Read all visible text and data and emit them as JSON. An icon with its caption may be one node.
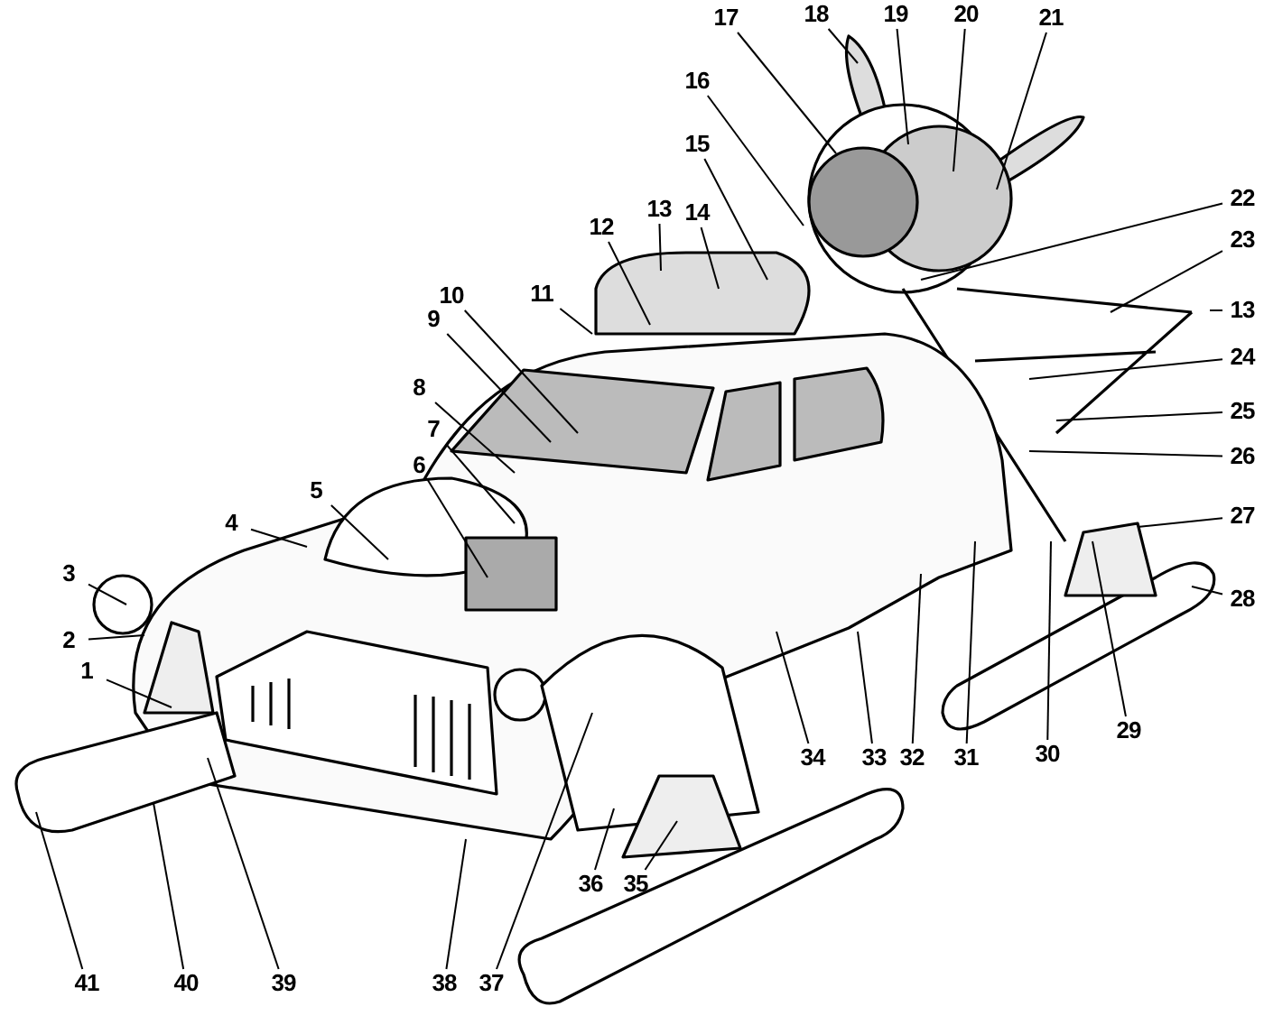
{
  "diagram": {
    "nodes": [
      {
        "text": [
          "1"
        ]
      },
      {
        "text": [
          "2"
        ]
      },
      {
        "text": [
          "3"
        ]
      },
      {
        "text": [
          "4"
        ]
      },
      {
        "text": [
          "5"
        ]
      },
      {
        "text": [
          "6"
        ]
      },
      {
        "text": [
          "7"
        ]
      },
      {
        "text": [
          "8"
        ]
      },
      {
        "text": [
          "9"
        ]
      },
      {
        "text": [
          "10"
        ]
      },
      {
        "text": [
          "11"
        ]
      },
      {
        "text": [
          "12"
        ]
      },
      {
        "text": [
          "13"
        ]
      },
      {
        "text": [
          "14"
        ]
      },
      {
        "text": [
          "15"
        ]
      },
      {
        "text": [
          "16"
        ]
      },
      {
        "text": [
          "17"
        ]
      },
      {
        "text": [
          "18"
        ]
      },
      {
        "text": [
          "19"
        ]
      },
      {
        "text": [
          "20"
        ]
      },
      {
        "text": [
          "21"
        ]
      },
      {
        "text": [
          "22"
        ]
      },
      {
        "text": [
          "23"
        ]
      },
      {
        "text": [
          "13"
        ]
      },
      {
        "text": [
          "24"
        ]
      },
      {
        "text": [
          "25"
        ]
      },
      {
        "text": [
          "26"
        ]
      },
      {
        "text": [
          "27"
        ]
      },
      {
        "text": [
          "28"
        ]
      },
      {
        "text": [
          "29"
        ]
      },
      {
        "text": [
          "30"
        ]
      },
      {
        "text": [
          "31"
        ]
      },
      {
        "text": [
          "32"
        ]
      },
      {
        "text": [
          "33"
        ]
      },
      {
        "text": [
          "34"
        ]
      },
      {
        "text": [
          "35"
        ]
      },
      {
        "text": [
          "36"
        ]
      },
      {
        "text": [
          "37"
        ]
      },
      {
        "text": [
          "38"
        ]
      },
      {
        "text": [
          "39"
        ]
      },
      {
        "text": [
          "40"
        ]
      },
      {
        "text": [
          "41"
        ]
      }
    ],
    "edges": [
      {
        "from": 0,
        "to": null,
        "arrow": "none"
      },
      {
        "from": 1,
        "to": null,
        "arrow": "none"
      },
      {
        "from": 2,
        "to": null,
        "arrow": "none"
      },
      {
        "from": 3,
        "to": null,
        "arrow": "none"
      },
      {
        "from": 4,
        "to": null,
        "arrow": "none"
      },
      {
        "from": 5,
        "to": null,
        "arrow": "none"
      },
      {
        "from": 6,
        "to": null,
        "arrow": "none"
      },
      {
        "from": 7,
        "to": null,
        "arrow": "none"
      },
      {
        "from": 8,
        "to": null,
        "arrow": "none"
      },
      {
        "from": 9,
        "to": null,
        "arrow": "none"
      },
      {
        "from": 10,
        "to": null,
        "arrow": "none"
      },
      {
        "from": 11,
        "to": null,
        "arrow": "none"
      },
      {
        "from": 12,
        "to": null,
        "arrow": "none"
      },
      {
        "from": 13,
        "to": null,
        "arrow": "none"
      },
      {
        "from": 14,
        "to": null,
        "arrow": "none"
      },
      {
        "from": 15,
        "to": null,
        "arrow": "none"
      },
      {
        "from": 16,
        "to": null,
        "arrow": "none"
      },
      {
        "from": 17,
        "to": null,
        "arrow": "none"
      },
      {
        "from": 18,
        "to": null,
        "arrow": "none"
      },
      {
        "from": 19,
        "to": null,
        "arrow": "none"
      },
      {
        "from": 20,
        "to": null,
        "arrow": "none"
      },
      {
        "from": 21,
        "to": null,
        "arrow": "none"
      },
      {
        "from": 22,
        "to": null,
        "arrow": "none"
      },
      {
        "from": 23,
        "to": null,
        "arrow": "none"
      },
      {
        "from": 24,
        "to": null,
        "arrow": "none"
      },
      {
        "from": 25,
        "to": null,
        "arrow": "none"
      },
      {
        "from": 26,
        "to": null,
        "arrow": "none"
      },
      {
        "from": 27,
        "to": null,
        "arrow": "none"
      },
      {
        "from": 28,
        "to": null,
        "arrow": "none"
      },
      {
        "from": 29,
        "to": null,
        "arrow": "none"
      },
      {
        "from": 30,
        "to": null,
        "arrow": "none"
      },
      {
        "from": 31,
        "to": null,
        "arrow": "none"
      },
      {
        "from": 32,
        "to": null,
        "arrow": "none"
      },
      {
        "from": 33,
        "to": null,
        "arrow": "none"
      },
      {
        "from": 34,
        "to": null,
        "arrow": "none"
      },
      {
        "from": 35,
        "to": null,
        "arrow": "none"
      },
      {
        "from": 36,
        "to": null,
        "arrow": "none"
      },
      {
        "from": 37,
        "to": null,
        "arrow": "none"
      },
      {
        "from": 38,
        "to": null,
        "arrow": "none"
      },
      {
        "from": 39,
        "to": null,
        "arrow": "none"
      },
      {
        "from": 40,
        "to": null,
        "arrow": "none"
      },
      {
        "from": 41,
        "to": null,
        "arrow": "none"
      }
    ]
  }
}
